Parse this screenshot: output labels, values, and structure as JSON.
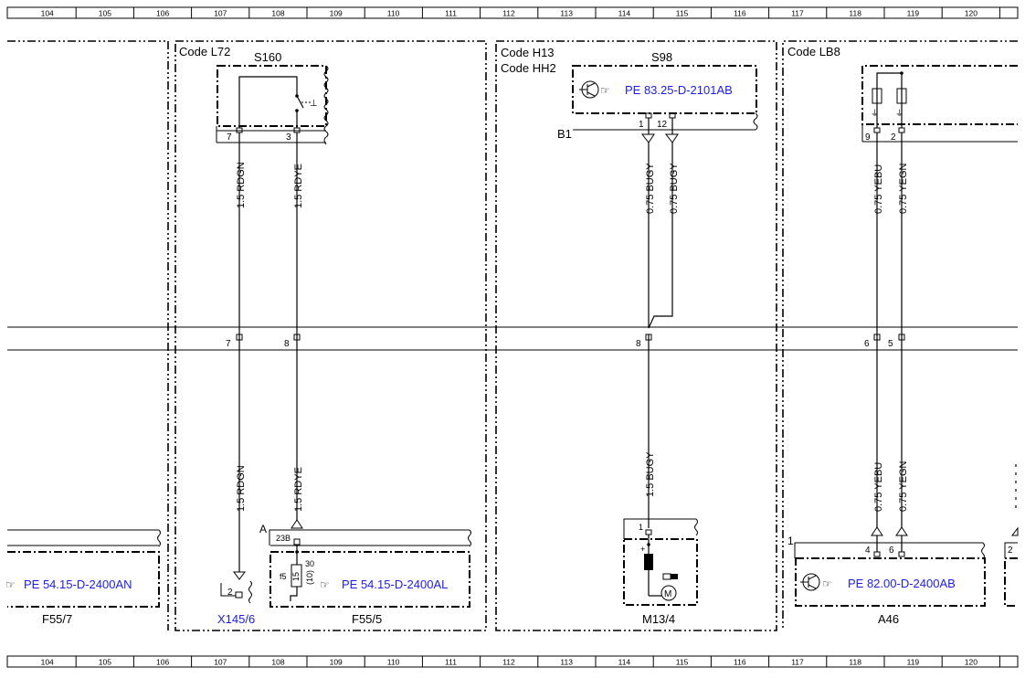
{
  "ruler": [
    "104",
    "105",
    "106",
    "107",
    "108",
    "109",
    "110",
    "111",
    "112",
    "113",
    "114",
    "115",
    "116",
    "117",
    "118",
    "119",
    "120"
  ],
  "sections": {
    "l72": "Code L72",
    "h13": "Code H13",
    "hh2": "Code HH2",
    "lb8": "Code LB8"
  },
  "components": {
    "s160": "S160",
    "s98": "S98",
    "f55_7": "F55/7",
    "x145_6": "X145/6",
    "f55_5": "F55/5",
    "m13_4": "M13/4",
    "a46": "A46",
    "b1": "B1"
  },
  "references": {
    "s98": "PE 83.25-D-2101AB",
    "f55_7": "PE 54.15-D-2400AN",
    "f55_5": "PE 54.15-D-2400AL",
    "a46": "PE 82.00-D-2400AB"
  },
  "wires": {
    "rdgn": "1.5 RDGN",
    "rdye": "1.5 RDYE",
    "bugy_075": "0.75 BUGY",
    "bugy_15": "1.5 BUGY",
    "yebu": "0.75 YEBU",
    "yegn": "0.75 YEGN"
  },
  "pins": {
    "s160_7": "7",
    "s160_3": "3",
    "s98_1": "1",
    "s98_12": "12",
    "lb8_9": "9",
    "lb8_2": "2",
    "conn_7": "7",
    "conn_8a": "8",
    "conn_8b": "8",
    "conn_6": "6",
    "conn_5": "5",
    "x145_2": "2",
    "f55_5_23b": "23B",
    "f55_5_30": "30",
    "f55_5_10": "(10)",
    "fuse_num": "15",
    "fuse_name": "f5",
    "m13_1": "1",
    "a46_4": "4",
    "a46_6": "6",
    "a46_1": "1",
    "edge_2": "2",
    "point_a": "A"
  }
}
